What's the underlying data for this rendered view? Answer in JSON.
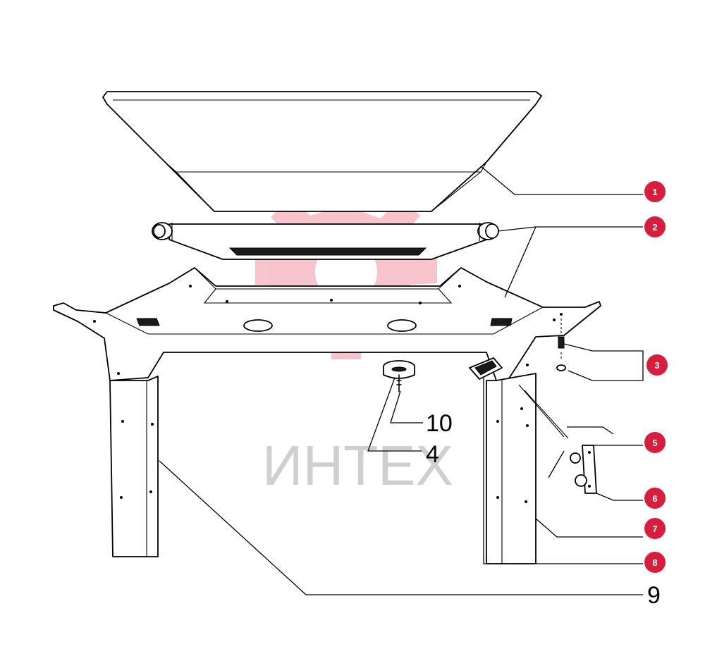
{
  "watermark": {
    "text": "ИНТЕХ",
    "color": "#f2b8b8"
  },
  "callouts_badged": [
    {
      "label": "1",
      "color": "#d81e3c"
    },
    {
      "label": "2",
      "color": "#d81e3c"
    },
    {
      "label": "3",
      "color": "#d81e3c"
    },
    {
      "label": "5",
      "color": "#d81e3c"
    },
    {
      "label": "6",
      "color": "#d81e3c"
    },
    {
      "label": "7",
      "color": "#d81e3c"
    },
    {
      "label": "8",
      "color": "#d81e3c"
    }
  ],
  "callouts_plain": [
    {
      "label": "10"
    },
    {
      "label": "4"
    },
    {
      "label": "9"
    }
  ]
}
